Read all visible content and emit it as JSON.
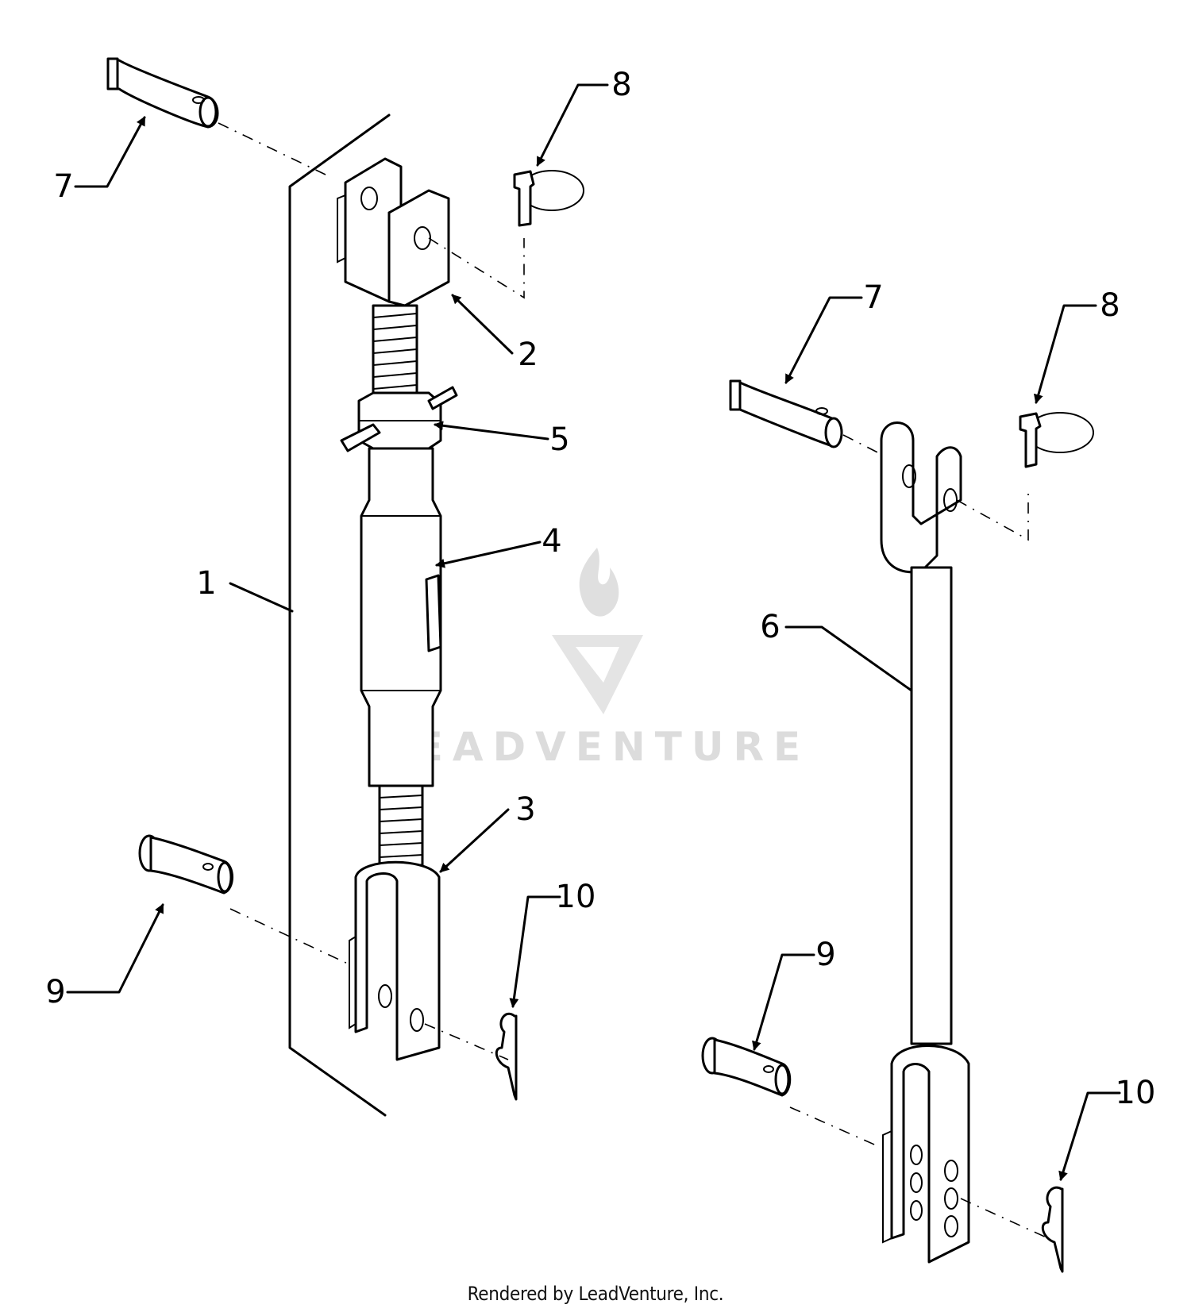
{
  "callouts": {
    "c1": "1",
    "c2": "2",
    "c3": "3",
    "c4": "4",
    "c5": "5",
    "c6": "6",
    "c7a": "7",
    "c7b": "7",
    "c8a": "8",
    "c8b": "8",
    "c9a": "9",
    "c9b": "9",
    "c10a": "10",
    "c10b": "10"
  },
  "watermark": {
    "brand": "LEADVENTURE"
  },
  "footer": {
    "text": "Rendered by LeadVenture, Inc."
  }
}
